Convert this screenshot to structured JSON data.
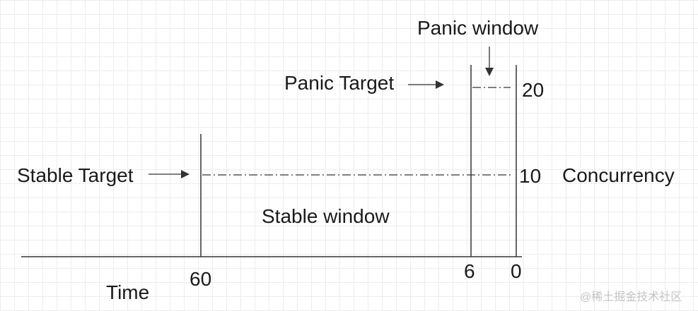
{
  "labels": {
    "panic_window": "Panic window",
    "panic_target": "Panic Target",
    "stable_target": "Stable Target",
    "stable_window": "Stable window",
    "concurrency": "Concurrency",
    "time": "Time"
  },
  "y_ticks": [
    "20",
    "10"
  ],
  "x_ticks": [
    "60",
    "6",
    "0"
  ],
  "watermark": "@稀土掘金技术社区"
}
